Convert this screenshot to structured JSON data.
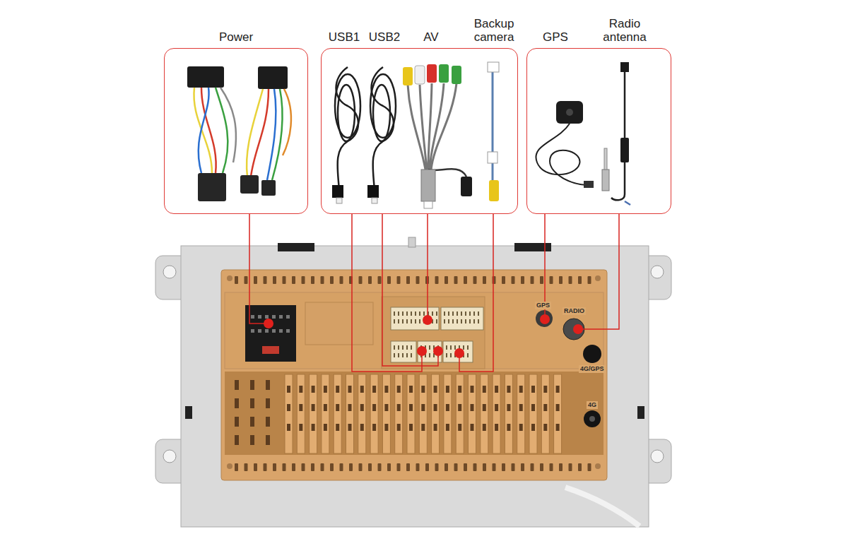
{
  "diagram": {
    "nodes": [
      {
        "text": [
          "Power"
        ]
      },
      {
        "text": [
          "USB1",
          "USB2",
          "AV",
          "Backup camera"
        ]
      },
      {
        "text": [
          "GPS",
          "Radio antenna"
        ]
      }
    ],
    "labels": [
      "GPS",
      "RADIO",
      "4G/GPS",
      "4G"
    ]
  }
}
